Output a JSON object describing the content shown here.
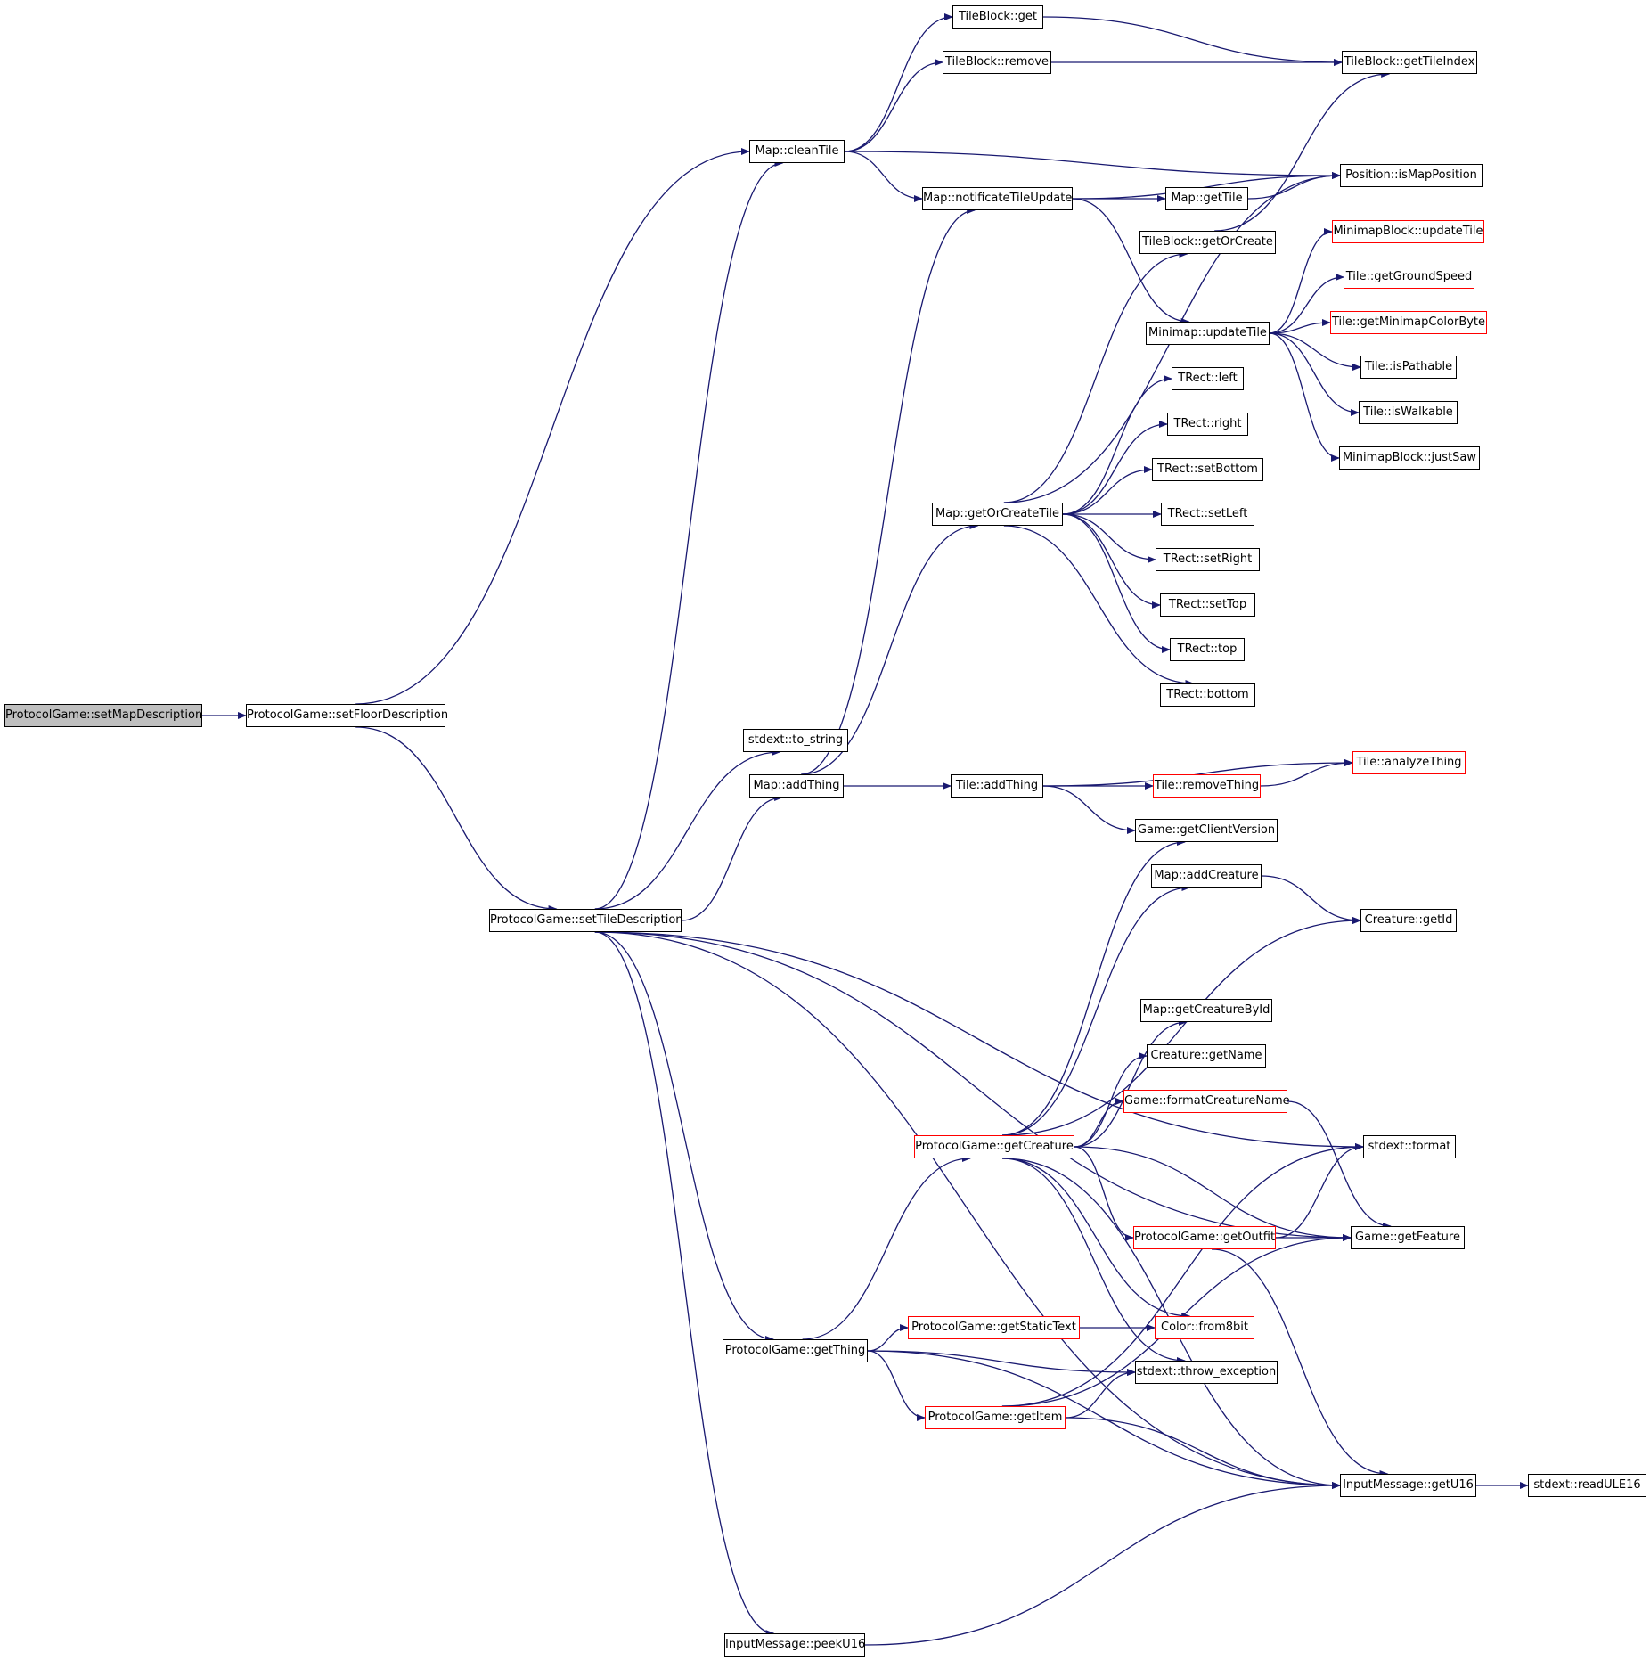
{
  "graph": {
    "root": "ProtocolGame::setMapDescription",
    "edge_color": "#191970",
    "truncated_border_color": "#ff0000",
    "root_fill_color": "#bfbfbf",
    "nodes": {
      "setMapDescription": {
        "label": "ProtocolGame::setMapDescription",
        "kind": "root"
      },
      "setFloorDescription": {
        "label": "ProtocolGame::setFloorDescription",
        "kind": "normal"
      },
      "setTileDescription": {
        "label": "ProtocolGame::setTileDescription",
        "kind": "normal"
      },
      "cleanTile": {
        "label": "Map::cleanTile",
        "kind": "normal"
      },
      "tbGet": {
        "label": "TileBlock::get",
        "kind": "normal"
      },
      "tbRemove": {
        "label": "TileBlock::remove",
        "kind": "normal"
      },
      "tbGetTileIndex": {
        "label": "TileBlock::getTileIndex",
        "kind": "normal"
      },
      "isMapPosition": {
        "label": "Position::isMapPosition",
        "kind": "normal"
      },
      "notificateTileUpdate": {
        "label": "Map::notificateTileUpdate",
        "kind": "normal"
      },
      "mapGetTile": {
        "label": "Map::getTile",
        "kind": "normal"
      },
      "tbGetOrCreate": {
        "label": "TileBlock::getOrCreate",
        "kind": "normal"
      },
      "mmbUpdateTile": {
        "label": "MinimapBlock::updateTile",
        "kind": "truncated"
      },
      "getGroundSpeed": {
        "label": "Tile::getGroundSpeed",
        "kind": "truncated"
      },
      "getMinimapColorByte": {
        "label": "Tile::getMinimapColorByte",
        "kind": "truncated"
      },
      "minimapUpdateTile": {
        "label": "Minimap::updateTile",
        "kind": "normal"
      },
      "isPathable": {
        "label": "Tile::isPathable",
        "kind": "normal"
      },
      "isWalkable": {
        "label": "Tile::isWalkable",
        "kind": "normal"
      },
      "justSaw": {
        "label": "MinimapBlock::justSaw",
        "kind": "normal"
      },
      "trLeft": {
        "label": "TRect::left",
        "kind": "normal"
      },
      "trRight": {
        "label": "TRect::right",
        "kind": "normal"
      },
      "trSetBottom": {
        "label": "TRect::setBottom",
        "kind": "normal"
      },
      "trSetLeft": {
        "label": "TRect::setLeft",
        "kind": "normal"
      },
      "trSetRight": {
        "label": "TRect::setRight",
        "kind": "normal"
      },
      "trSetTop": {
        "label": "TRect::setTop",
        "kind": "normal"
      },
      "trTop": {
        "label": "TRect::top",
        "kind": "normal"
      },
      "trBottom": {
        "label": "TRect::bottom",
        "kind": "normal"
      },
      "getOrCreateTile": {
        "label": "Map::getOrCreateTile",
        "kind": "normal"
      },
      "toString": {
        "label": "stdext::to_string",
        "kind": "normal"
      },
      "mapAddThing": {
        "label": "Map::addThing",
        "kind": "normal"
      },
      "tileAddThing": {
        "label": "Tile::addThing",
        "kind": "normal"
      },
      "tileRemoveThing": {
        "label": "Tile::removeThing",
        "kind": "truncated"
      },
      "analyzeThing": {
        "label": "Tile::analyzeThing",
        "kind": "truncated"
      },
      "getClientVersion": {
        "label": "Game::getClientVersion",
        "kind": "normal"
      },
      "mapAddCreature": {
        "label": "Map::addCreature",
        "kind": "normal"
      },
      "creatureGetId": {
        "label": "Creature::getId",
        "kind": "normal"
      },
      "getCreatureById": {
        "label": "Map::getCreatureById",
        "kind": "normal"
      },
      "creatureGetName": {
        "label": "Creature::getName",
        "kind": "normal"
      },
      "formatCreatureName": {
        "label": "Game::formatCreatureName",
        "kind": "truncated"
      },
      "getCreature": {
        "label": "ProtocolGame::getCreature",
        "kind": "truncated"
      },
      "stdFormat": {
        "label": "stdext::format",
        "kind": "normal"
      },
      "getOutfit": {
        "label": "ProtocolGame::getOutfit",
        "kind": "truncated"
      },
      "getFeature": {
        "label": "Game::getFeature",
        "kind": "normal"
      },
      "getStaticText": {
        "label": "ProtocolGame::getStaticText",
        "kind": "truncated"
      },
      "from8bit": {
        "label": "Color::from8bit",
        "kind": "truncated"
      },
      "getThing": {
        "label": "ProtocolGame::getThing",
        "kind": "normal"
      },
      "throwException": {
        "label": "stdext::throw_exception",
        "kind": "normal"
      },
      "getItem": {
        "label": "ProtocolGame::getItem",
        "kind": "truncated"
      },
      "getU16": {
        "label": "InputMessage::getU16",
        "kind": "normal"
      },
      "readULE16": {
        "label": "stdext::readULE16",
        "kind": "normal"
      },
      "peekU16": {
        "label": "InputMessage::peekU16",
        "kind": "normal"
      }
    }
  }
}
